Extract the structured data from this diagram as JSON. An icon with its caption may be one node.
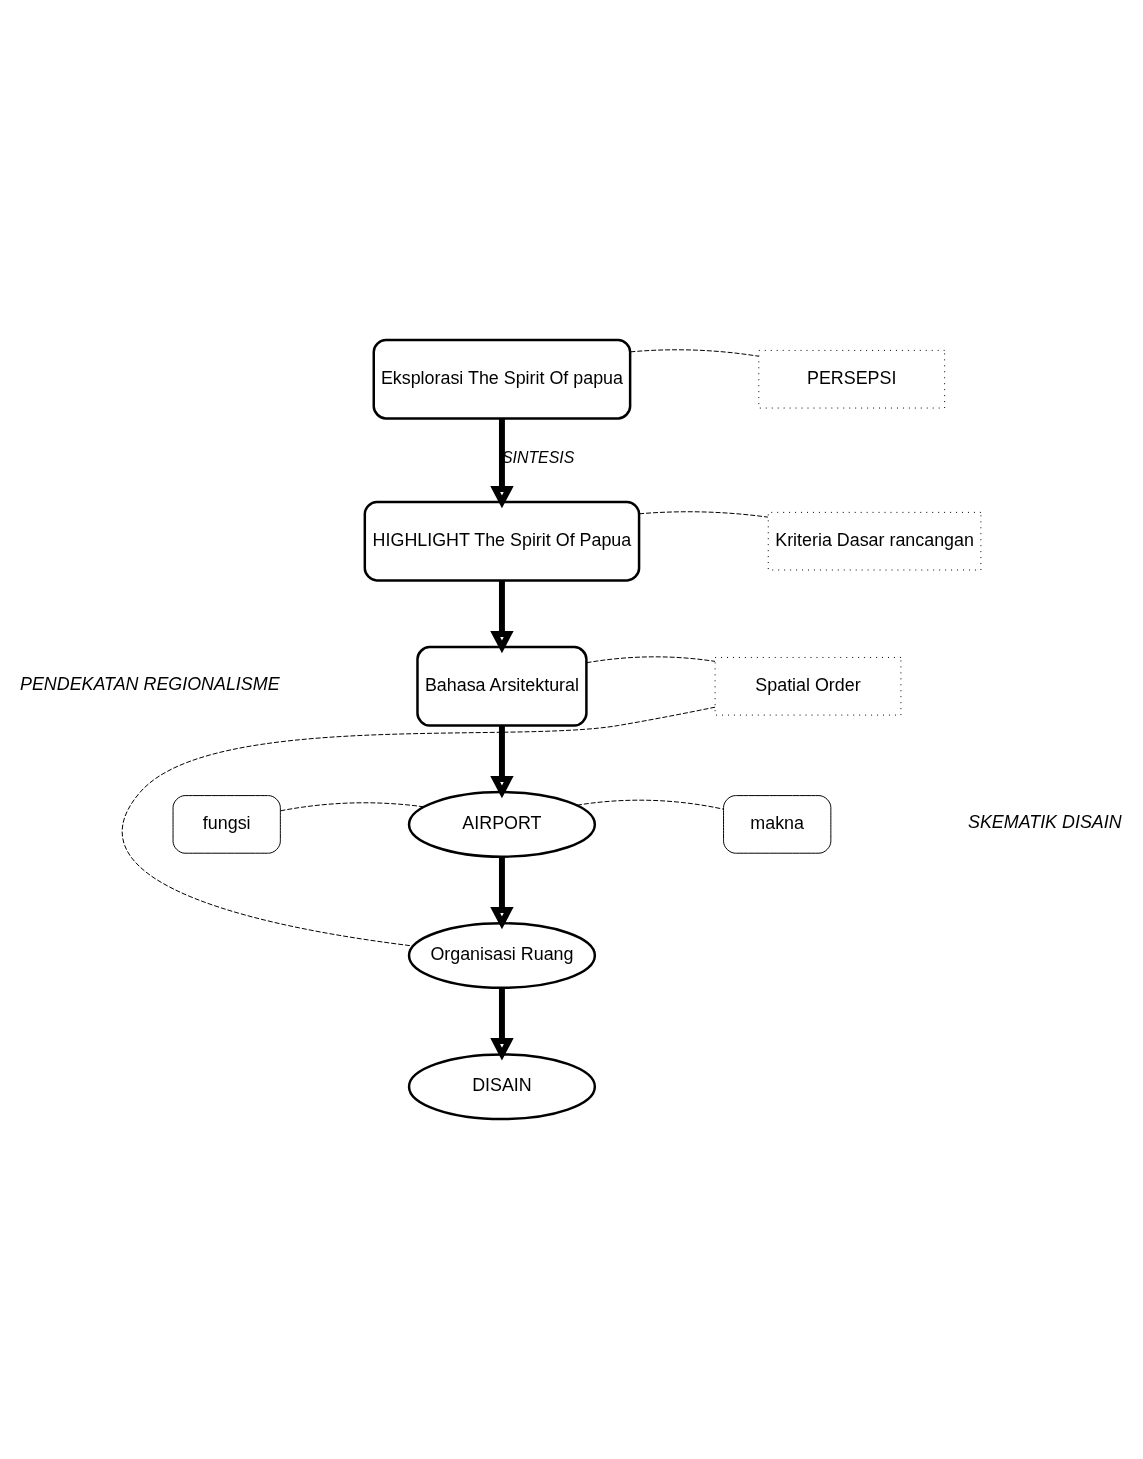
{
  "diagram": {
    "nodes": [
      {
        "text": [
          "Eksplorasi The Spirit Of papua"
        ]
      },
      {
        "text": [
          "PERSEPSI"
        ]
      },
      {
        "text": [
          "HIGHLIGHT The Spirit Of Papua"
        ]
      },
      {
        "text": [
          "Kriteria Dasar rancangan"
        ]
      },
      {
        "text": [
          "Bahasa Arsitektural"
        ]
      },
      {
        "text": [
          "Spatial Order"
        ]
      },
      {
        "text": [
          "fungsi"
        ]
      },
      {
        "text": [
          "AIRPORT"
        ]
      },
      {
        "text": [
          "makna"
        ]
      },
      {
        "text": [
          "Organisasi Ruang"
        ]
      },
      {
        "text": [
          "DISAIN"
        ]
      }
    ],
    "edges": [
      {
        "from": 0,
        "to": 1,
        "arrow": "none",
        "style": "dashed"
      },
      {
        "from": 0,
        "to": 2,
        "arrow": "to",
        "style": "thick",
        "label": "SINTESIS"
      },
      {
        "from": 2,
        "to": 3,
        "arrow": "none",
        "style": "dashed"
      },
      {
        "from": 2,
        "to": 4,
        "arrow": "to",
        "style": "thick"
      },
      {
        "from": 4,
        "to": 5,
        "arrow": "none",
        "style": "dashed"
      },
      {
        "from": 4,
        "to": 7,
        "arrow": "to",
        "style": "thick"
      },
      {
        "from": 6,
        "to": 7,
        "arrow": "none",
        "style": "dashed"
      },
      {
        "from": 7,
        "to": 8,
        "arrow": "none",
        "style": "dashed"
      },
      {
        "from": 7,
        "to": 9,
        "arrow": "to",
        "style": "thick"
      },
      {
        "from": 5,
        "to": 9,
        "arrow": "none",
        "style": "dashed"
      },
      {
        "from": 9,
        "to": 10,
        "arrow": "to",
        "style": "thick"
      }
    ],
    "labels": [
      "PENDEKATAN REGIONALISME",
      "SKEMATIK DISAIN"
    ]
  }
}
